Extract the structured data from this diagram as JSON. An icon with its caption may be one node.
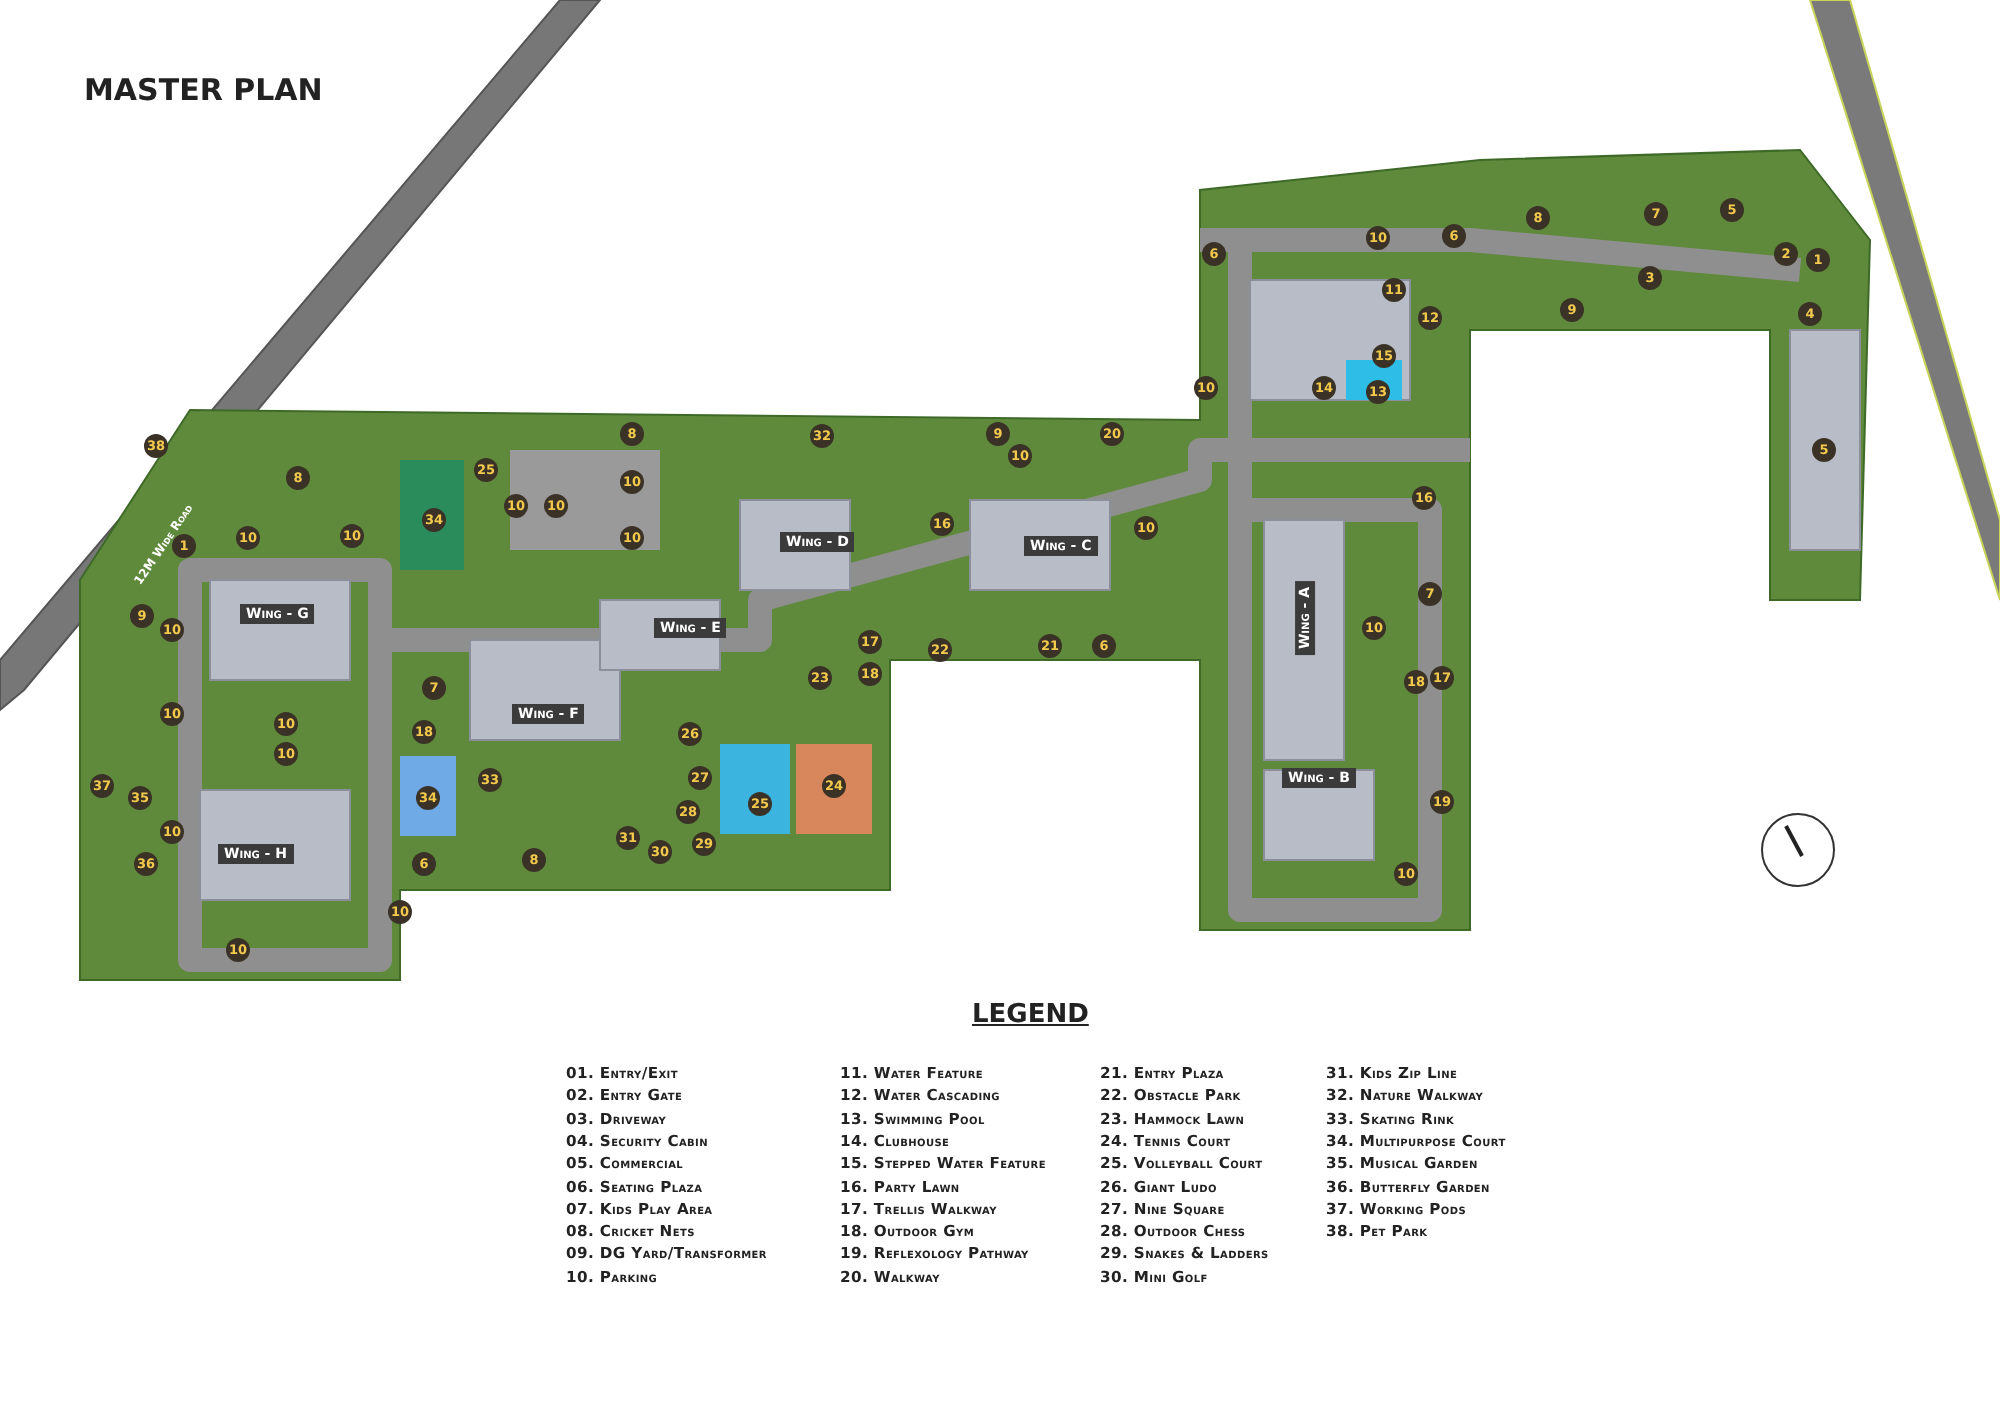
{
  "diagram": {
    "title": "MASTER PLAN",
    "labels": [
      "12M Wide Road",
      "38",
      "8",
      "1",
      "10",
      "10",
      "34",
      "25",
      "10",
      "10",
      "8",
      "10",
      "10",
      "9",
      "10",
      "10",
      "10",
      "10",
      "37",
      "35",
      "10",
      "36",
      "7",
      "18",
      "34",
      "6",
      "33",
      "8",
      "10",
      "10",
      "26",
      "27",
      "28",
      "29",
      "30",
      "31",
      "32",
      "9",
      "10",
      "20",
      "16",
      "10",
      "17",
      "22",
      "21",
      "6",
      "23",
      "18",
      "24",
      "25",
      "6",
      "10",
      "6",
      "8",
      "7",
      "5",
      "2",
      "1",
      "3",
      "9",
      "4",
      "11",
      "12",
      "15",
      "10",
      "14",
      "13",
      "5",
      "16",
      "7",
      "10",
      "18",
      "17",
      "19",
      "10",
      "Wing - G",
      "Wing - H",
      "Wing - F",
      "Wing - E",
      "Wing - D",
      "Wing - C",
      "Wing - A",
      "Wing - B",
      "LEGEND",
      "01. Entry/Exit",
      "02. Entry Gate",
      "03. Driveway",
      "04. Security Cabin",
      "05. Commercial",
      "06. Seating Plaza",
      "07. Kids Play Area",
      "08. Cricket Nets",
      "09. DG Yard/Transformer",
      "10. Parking",
      "11. Water Feature",
      "12. Water Cascading",
      "13. Swimming Pool",
      "14. Clubhouse",
      "15. Stepped Water Feature",
      "16. Party Lawn",
      "17. Trellis Walkway",
      "18. Outdoor Gym",
      "19. Reflexology Pathway",
      "20. Walkway",
      "21. Entry Plaza",
      "22. Obstacle Park",
      "23. Hammock Lawn",
      "24. Tennis Court",
      "25. Volleyball Court",
      "26. Giant Ludo",
      "27. Nine Square",
      "28. Outdoor Chess",
      "29. Snakes & Ladders",
      "30. Mini Golf",
      "31. Kids Zip Line",
      "32. Nature Walkway",
      "33. Skating Rink",
      "34. Multipurpose Court",
      "35. Musical Garden",
      "36. Butterfly Garden",
      "37. Working Pods",
      "38. Pet Park"
    ]
  }
}
